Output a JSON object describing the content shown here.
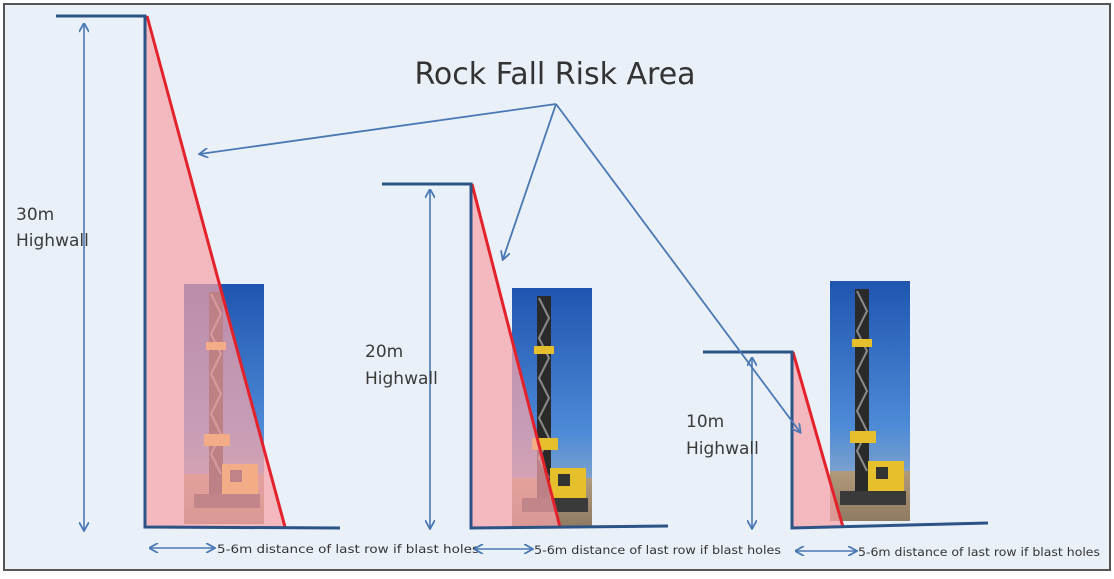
{
  "title": "Rock Fall Risk Area",
  "highwalls": [
    {
      "line1": "30m",
      "line2": "Highwall",
      "distance": "5-6m distance of last row if blast holes"
    },
    {
      "line1": "20m",
      "line2": "Highwall",
      "distance": "5-6m distance of last row if blast holes"
    },
    {
      "line1": "10m",
      "line2": "Highwall",
      "distance": "5-6m distance of last row if blast holes"
    }
  ],
  "colors": {
    "background": "#e9f0f8",
    "wall_line": "#2c5385",
    "arrow": "#4a78b4",
    "risk_fill": "#f6a3a9",
    "risk_edge": "#e3222c",
    "sky": "#2d6bc4",
    "rig_yellow": "#e6c02c"
  },
  "icons": [
    "drill-rig-photo",
    "drill-rig-photo",
    "drill-rig-photo"
  ]
}
